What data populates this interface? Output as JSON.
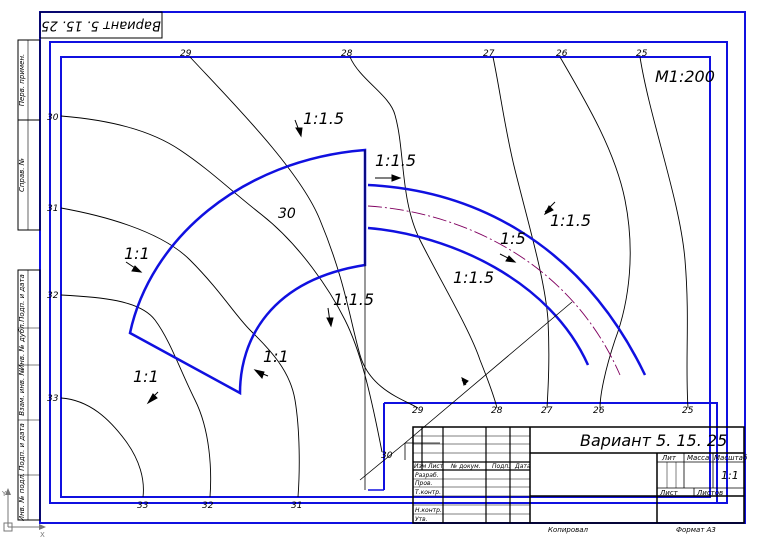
{
  "variant_rotated": "Вариант 5. 15. 25",
  "scale": "M1:200",
  "pad_label": "30",
  "contours": {
    "top": [
      "29",
      "28",
      "27",
      "26",
      "25"
    ],
    "left": [
      "30",
      "31",
      "32",
      "33"
    ],
    "bottom": [
      "33",
      "32",
      "31"
    ],
    "lower_right": [
      "29",
      "28",
      "27",
      "26",
      "25"
    ],
    "side_30": "30"
  },
  "slopes": [
    "1:1.5",
    "1:1.5",
    "1:1.5",
    "1:5",
    "1:1.5",
    "1:1",
    "1:1.5",
    "1:1",
    "1:1"
  ],
  "side_strip": [
    "Перв. примен.",
    "Справ. №",
    "Подп. и дата",
    "Инв. № дубл.",
    "Взам. инв. №",
    "Подп. и дата",
    "Инв. № подл."
  ],
  "title_block": {
    "title": "Вариант 5. 15. 25",
    "lit_label": "Лит",
    "mass_label": "Масса",
    "scale_label": "Масштаб",
    "scale_value": "1:1",
    "sheet_label": "Лист",
    "sheets_label": "Листов",
    "col_heads": [
      "Изм",
      "Лист",
      "№ докум.",
      "Подп.",
      "Дата"
    ],
    "rows": [
      "Разраб.",
      "Пров.",
      "Т.контр.",
      "",
      "Н.контр.",
      "Утв."
    ],
    "copied": "Копировал",
    "format": "Формат  А3"
  }
}
